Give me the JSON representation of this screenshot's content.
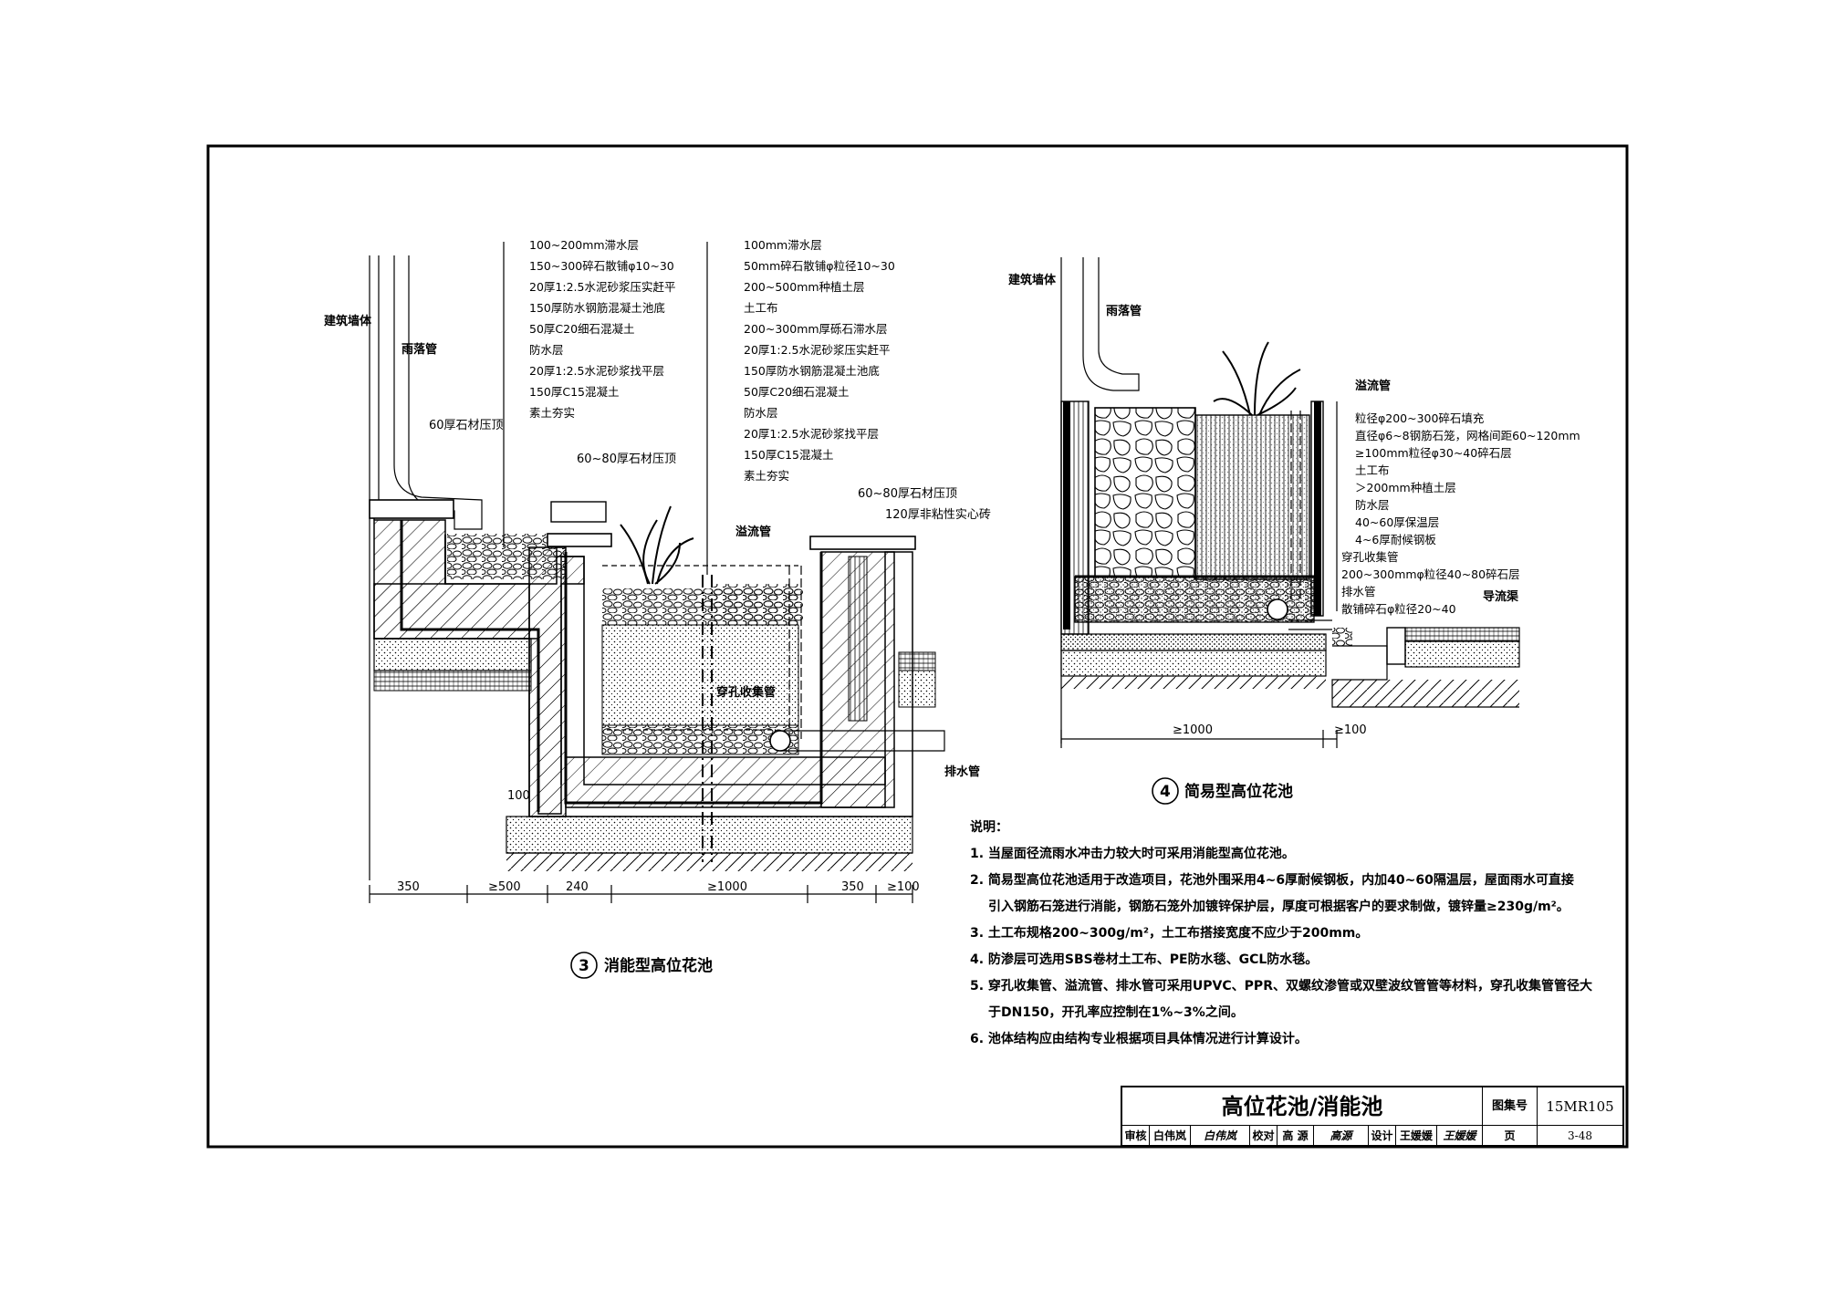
{
  "drawing3": {
    "wall_label": "建筑墙体",
    "downpipe_label": "雨落管",
    "cap_left_label": "60厚石材压顶",
    "cap_mid_label": "60~80厚石材压顶",
    "cap_right_label": "60~80厚石材压顶",
    "brick_label": "120厚非粘性实心砖",
    "overflow_label": "溢流管",
    "perforated_label": "穿孔收集管",
    "drain_label": "排水管",
    "dim_100_left": "100",
    "layers_left": [
      "100~200mm滞水层",
      "150~300碎石散铺φ10~30",
      "20厚1:2.5水泥砂浆压实赶平",
      "150厚防水钢筋混凝土池底",
      "50厚C20细石混凝土",
      "防水层",
      "20厚1:2.5水泥砂浆找平层",
      "150厚C15混凝土",
      "素土夯实"
    ],
    "layers_right": [
      "100mm滞水层",
      "50mm碎石散铺φ粒径10~30",
      "200~500mm种植土层",
      "土工布",
      "200~300mm厚砾石滞水层",
      "20厚1:2.5水泥砂浆压实赶平",
      "150厚防水钢筋混凝土池底",
      "50厚C20细石混凝土",
      "防水层",
      "20厚1:2.5水泥砂浆找平层",
      "150厚C15混凝土",
      "素土夯实"
    ],
    "dims": [
      "350",
      "≥500",
      "240",
      "≥1000",
      "350",
      "≥100"
    ],
    "caption_number": "3",
    "caption": "消能型高位花池"
  },
  "drawing4": {
    "wall_label": "建筑墙体",
    "downpipe_label": "雨落管",
    "overflow_label": "溢流管",
    "layers": [
      "粒径φ200~300碎石填充",
      "直径φ6~8钢筋石笼，网格间距60~120mm",
      "≥100mm粒径φ30~40碎石层",
      "土工布",
      "＞200mm种植土层",
      "防水层",
      "40~60厚保温层",
      "4~6厚耐候钢板",
      "穿孔收集管",
      "200~300mmφ粒径40~80碎石层",
      "排水管",
      "散铺碎石φ粒径20~40"
    ],
    "guide_label": "导流渠",
    "dims": [
      "≥1000",
      "≥100"
    ],
    "caption_number": "4",
    "caption": "简易型高位花池"
  },
  "notes": {
    "title": "说明：",
    "items": [
      "1.  当屋面径流雨水冲击力较大时可采用消能型高位花池。",
      "2.  简易型高位花池适用于改造项目，花池外围采用4~6厚耐候钢板，内加40~60隔温层，屋面雨水可直接",
      "引入钢筋石笼进行消能，钢筋石笼外加镀锌保护层，厚度可根据客户的要求制做，镀锌量≥230g/m²。",
      "3.  土工布规格200~300g/m²，土工布搭接宽度不应少于200mm。",
      "4.  防渗层可选用SBS卷材土工布、PE防水毯、GCL防水毯。",
      "5.  穿孔收集管、溢流管、排水管可采用UPVC、PPR、双螺纹渗管或双壁波纹管管等材料，穿孔收集管管径大",
      "于DN150，开孔率应控制在1%~3%之间。",
      "6.  池体结构应由结构专业根据项目具体情况进行计算设计。"
    ]
  },
  "titleblock": {
    "title": "高位花池/消能池",
    "atlas_key": "图集号",
    "atlas_no": "15MR105",
    "page_key": "页",
    "page_no": "3-48",
    "review_key": "审核",
    "review_name": "白伟岚",
    "review_sig": "白伟岚",
    "check_key": "校对",
    "check_name": "高 源",
    "check_sig": "高源",
    "design_key": "设计",
    "design_name": "王媛媛",
    "design_sig": "王媛媛"
  }
}
